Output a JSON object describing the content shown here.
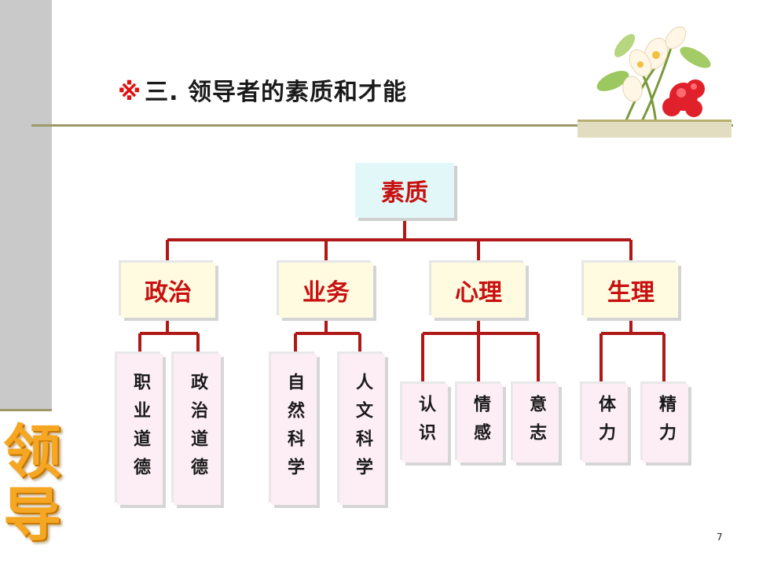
{
  "slide": {
    "title_mark": "※",
    "title": "三. 领导者的素质和才能",
    "side_chars": [
      "领",
      "导"
    ],
    "page_number": "7"
  },
  "tree": {
    "root": "素质",
    "categories": [
      {
        "label": "政治",
        "children": [
          "职业道德",
          "政治道德"
        ]
      },
      {
        "label": "业务",
        "children": [
          "自然科学",
          "人文科学"
        ]
      },
      {
        "label": "心理",
        "children": [
          "认识",
          "情感",
          "意志"
        ]
      },
      {
        "label": "生理",
        "children": [
          "体力",
          "精力"
        ]
      }
    ]
  },
  "colors": {
    "connector": "#b01818",
    "root_fill": "#e2f8f8",
    "category_fill": "#fffbe0",
    "leaf_fill": "#fdeef5",
    "label_red": "#c81010",
    "rule": "#9c9868"
  }
}
